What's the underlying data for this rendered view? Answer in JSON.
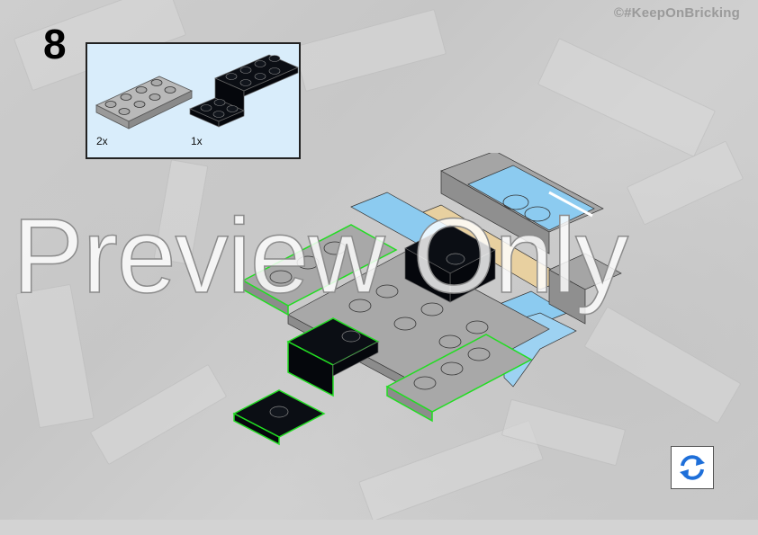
{
  "page": {
    "copyright": "©#KeepOnBricking",
    "step_number": "8"
  },
  "parts_list": {
    "items": [
      {
        "name": "plate-2x4-light-gray",
        "quantity": "2x",
        "color": "#a5a5a5"
      },
      {
        "name": "bracket-black",
        "quantity": "1x",
        "color": "#05080d"
      }
    ]
  },
  "model": {
    "colors": {
      "light_gray": "#a0a0a0",
      "light_blue": "#8ccbf0",
      "tan": "#e8d0a0",
      "black": "#05070c",
      "highlight": "#22dd22"
    }
  },
  "watermark": "Preview Only",
  "controls": {
    "rotate_icon": "rotate-arrows-icon",
    "rotate_color": "#1e6fd9"
  }
}
